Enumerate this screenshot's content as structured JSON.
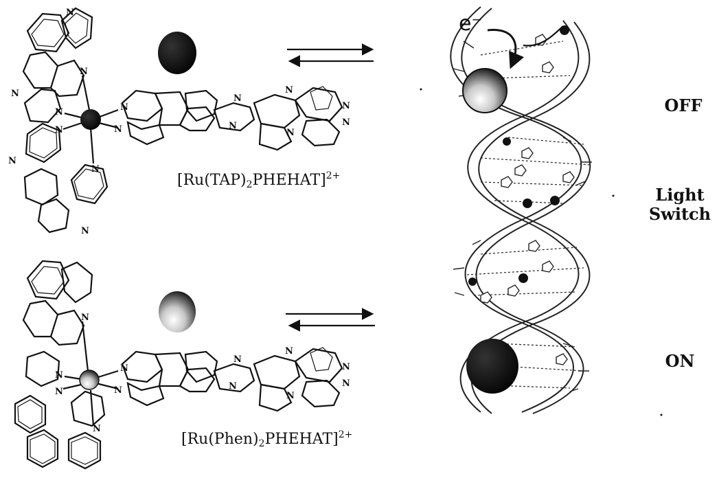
{
  "complex_top": {
    "prefix": "[Ru(TAP)",
    "sub": "2",
    "suffix": "PHEHAT]",
    "sup": "2+"
  },
  "complex_bottom": {
    "prefix": "[Ru(Phen)",
    "sub": "2",
    "suffix": "PHEHAT]",
    "sup": "2+"
  },
  "electron_label": "e⁻",
  "nitrogen": "N",
  "states": {
    "off": "OFF",
    "switch_line1": "Light",
    "switch_line2": "Switch",
    "on": "ON"
  },
  "colors": {
    "ink": "#111111",
    "metal_dark": "#101010",
    "metal_light": "#d8d8d8"
  }
}
